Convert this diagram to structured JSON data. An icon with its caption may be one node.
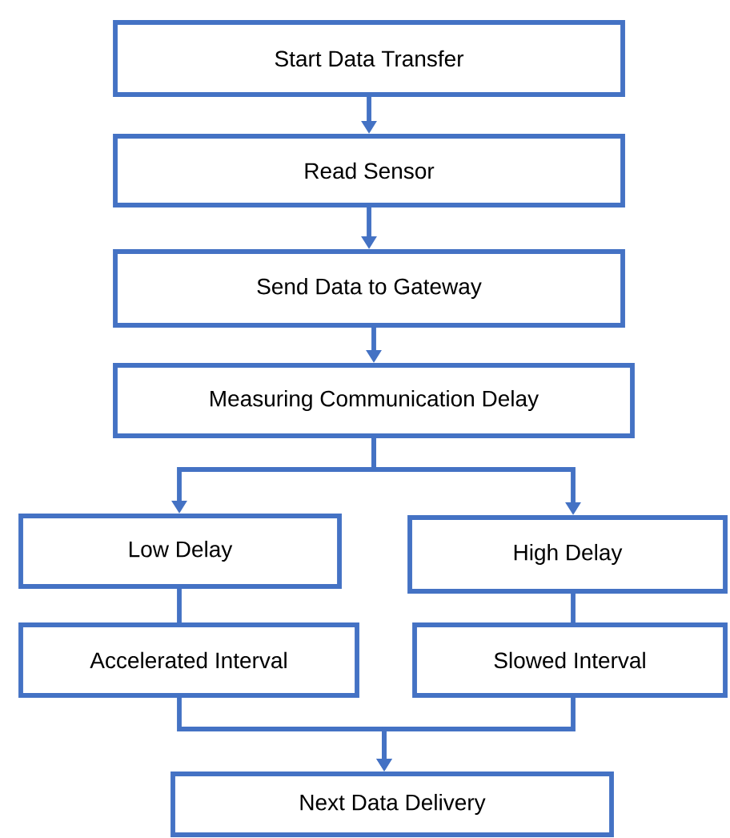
{
  "diagram": {
    "nodes": [
      {
        "text": [
          "Start Data Transfer"
        ]
      },
      {
        "text": [
          "Read Sensor"
        ]
      },
      {
        "text": [
          "Send Data to Gateway"
        ]
      },
      {
        "text": [
          "Measuring Communication Delay"
        ]
      },
      {
        "text": [
          "Low Delay"
        ]
      },
      {
        "text": [
          "High Delay"
        ]
      },
      {
        "text": [
          "Accelerated Interval"
        ]
      },
      {
        "text": [
          "Slowed Interval"
        ]
      },
      {
        "text": [
          "Next Data Delivery"
        ]
      }
    ],
    "edges": [
      {
        "from": 0,
        "to": 1,
        "arrow": "to"
      },
      {
        "from": 1,
        "to": 2,
        "arrow": "to"
      },
      {
        "from": 2,
        "to": 3,
        "arrow": "to"
      },
      {
        "from": 3,
        "to": 4,
        "arrow": "to"
      },
      {
        "from": 3,
        "to": 5,
        "arrow": "to"
      },
      {
        "from": 4,
        "to": 6,
        "arrow": "none"
      },
      {
        "from": 5,
        "to": 7,
        "arrow": "none"
      },
      {
        "from": 6,
        "to": 8,
        "arrow": "to"
      },
      {
        "from": 7,
        "to": 8,
        "arrow": "to"
      }
    ]
  }
}
